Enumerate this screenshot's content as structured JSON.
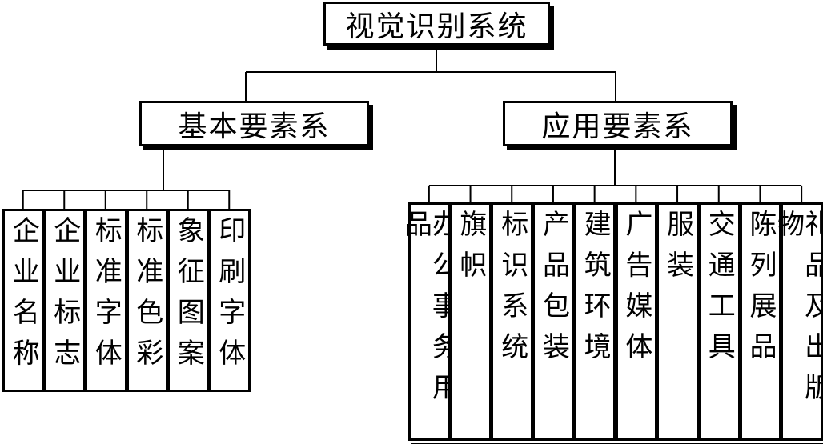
{
  "root": {
    "label": "视觉识别系统"
  },
  "groups": [
    {
      "label": "基本要素系",
      "items": [
        "企业名称",
        "企业标志",
        "标准字体",
        "标准色彩",
        "象征图案",
        "印刷字体"
      ]
    },
    {
      "label": "应用要素系",
      "items": [
        "办公事务用品",
        "旗帜",
        "标识系统",
        "产品包装",
        "建筑环境",
        "广告媒体",
        "服装",
        "交通工具",
        "陈列展品",
        "礼品及出版物"
      ]
    }
  ]
}
